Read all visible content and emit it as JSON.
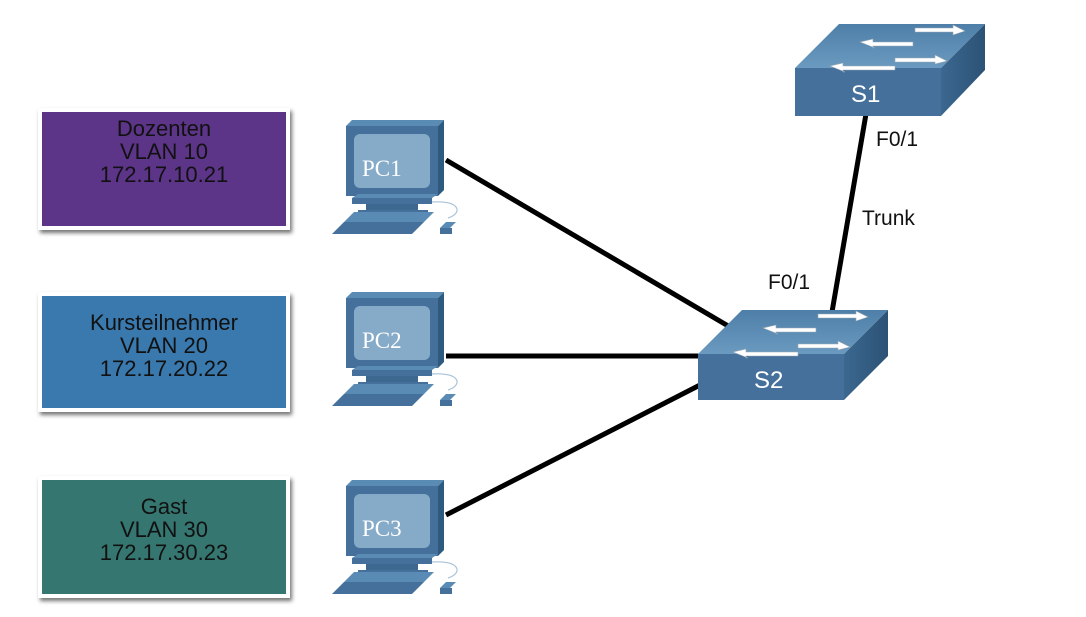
{
  "diagram": {
    "type": "network-topology",
    "vlans": [
      {
        "id": "dozenten",
        "name": "Dozenten",
        "vlan": "VLAN 10",
        "ip": "172.17.10.21",
        "color": "#5c3488",
        "pc": "PC1"
      },
      {
        "id": "kursteilnehmer",
        "name": "Kursteilnehmer",
        "vlan": "VLAN 20",
        "ip": "172.17.20.22",
        "color": "#3a79ad",
        "pc": "PC2"
      },
      {
        "id": "gast",
        "name": "Gast",
        "vlan": "VLAN 30",
        "ip": "172.17.30.23",
        "color": "#357670",
        "pc": "PC3"
      }
    ],
    "pcs": [
      {
        "label": "PC1"
      },
      {
        "label": "PC2"
      },
      {
        "label": "PC3"
      }
    ],
    "switches": [
      {
        "label": "S1"
      },
      {
        "label": "S2"
      }
    ],
    "links": [
      {
        "from": "PC1",
        "to": "S2"
      },
      {
        "from": "PC2",
        "to": "S2"
      },
      {
        "from": "PC3",
        "to": "S2"
      },
      {
        "from": "S1",
        "to": "S2",
        "label": "Trunk",
        "from_port": "F0/1",
        "to_port": "F0/1"
      }
    ],
    "labels": {
      "s1_port": "F0/1",
      "s2_port": "F0/1",
      "trunk": "Trunk"
    },
    "colors": {
      "device_blue": "#44709b",
      "device_top": "#5a8bb4",
      "device_side": "#2f5a80",
      "screen": "#7fa6c6",
      "link": "#000000"
    }
  }
}
